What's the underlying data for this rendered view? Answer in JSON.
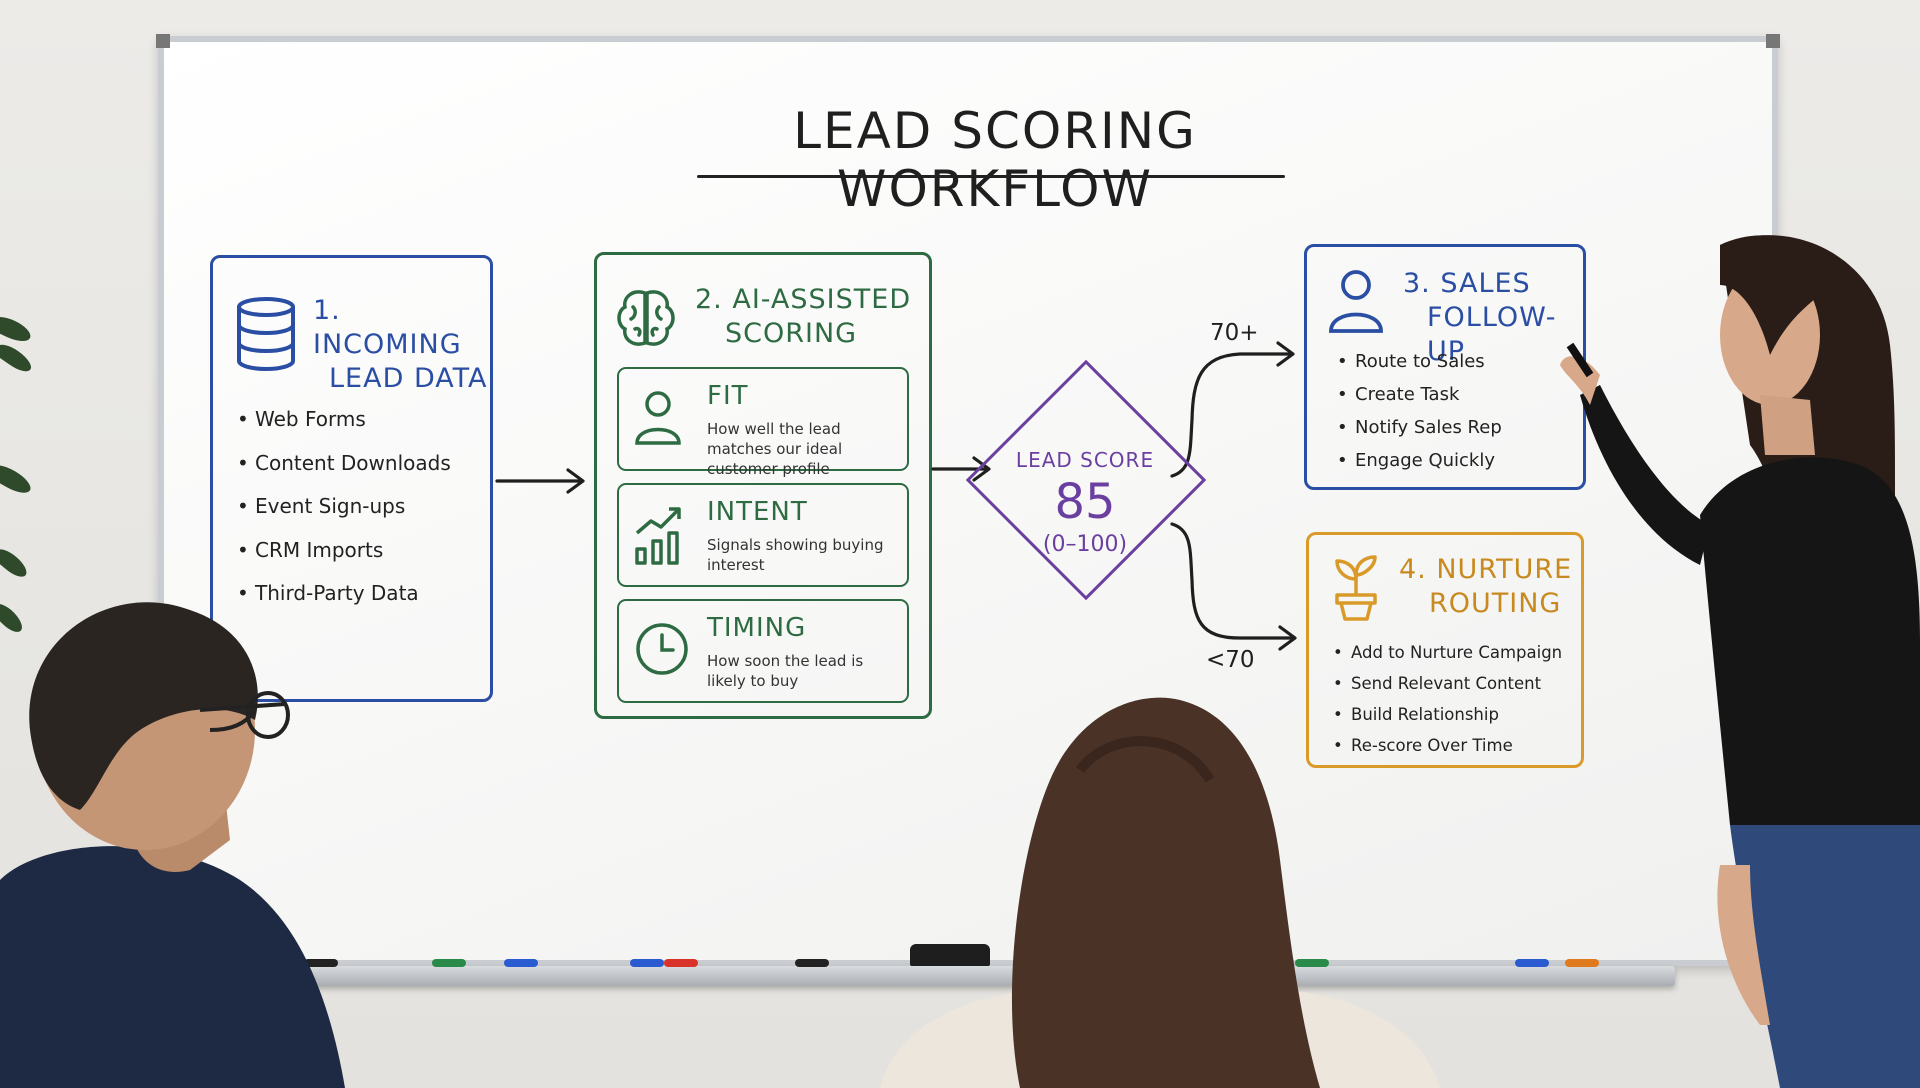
{
  "title": "LEAD SCORING WORKFLOW",
  "colors": {
    "blue": "#2a4ea3",
    "green": "#2e6b43",
    "purple": "#6b3fa0",
    "orange": "#d99a2a"
  },
  "steps": [
    {
      "title_line1": "1. INCOMING",
      "title_line2": "LEAD DATA",
      "icon": "database-icon",
      "items": [
        "Web Forms",
        "Content Downloads",
        "Event Sign-ups",
        "CRM Imports",
        "Third-Party Data"
      ]
    },
    {
      "title_line1": "2. AI-ASSISTED",
      "title_line2": "SCORING",
      "icon": "brain-icon",
      "factors": [
        {
          "name": "FIT",
          "description": "How well the lead matches our ideal customer profile",
          "icon": "person-icon"
        },
        {
          "name": "INTENT",
          "description": "Signals showing buying interest",
          "icon": "growth-chart-icon"
        },
        {
          "name": "TIMING",
          "description": "How soon the lead is likely to buy",
          "icon": "clock-icon"
        }
      ]
    },
    {
      "title_line1": "3. SALES",
      "title_line2": "FOLLOW-UP",
      "icon": "person-icon",
      "items": [
        "Route to Sales",
        "Create Task",
        "Notify Sales Rep",
        "Engage Quickly"
      ]
    },
    {
      "title_line1": "4. NURTURE",
      "title_line2": "ROUTING",
      "icon": "potted-plant-icon",
      "items": [
        "Add to Nurture Campaign",
        "Send Relevant Content",
        "Build Relationship",
        "Re-score Over Time"
      ]
    }
  ],
  "decision": {
    "label": "LEAD SCORE",
    "value": "85",
    "range": "(0–100)",
    "high_branch": "70+",
    "low_branch": "<70"
  }
}
